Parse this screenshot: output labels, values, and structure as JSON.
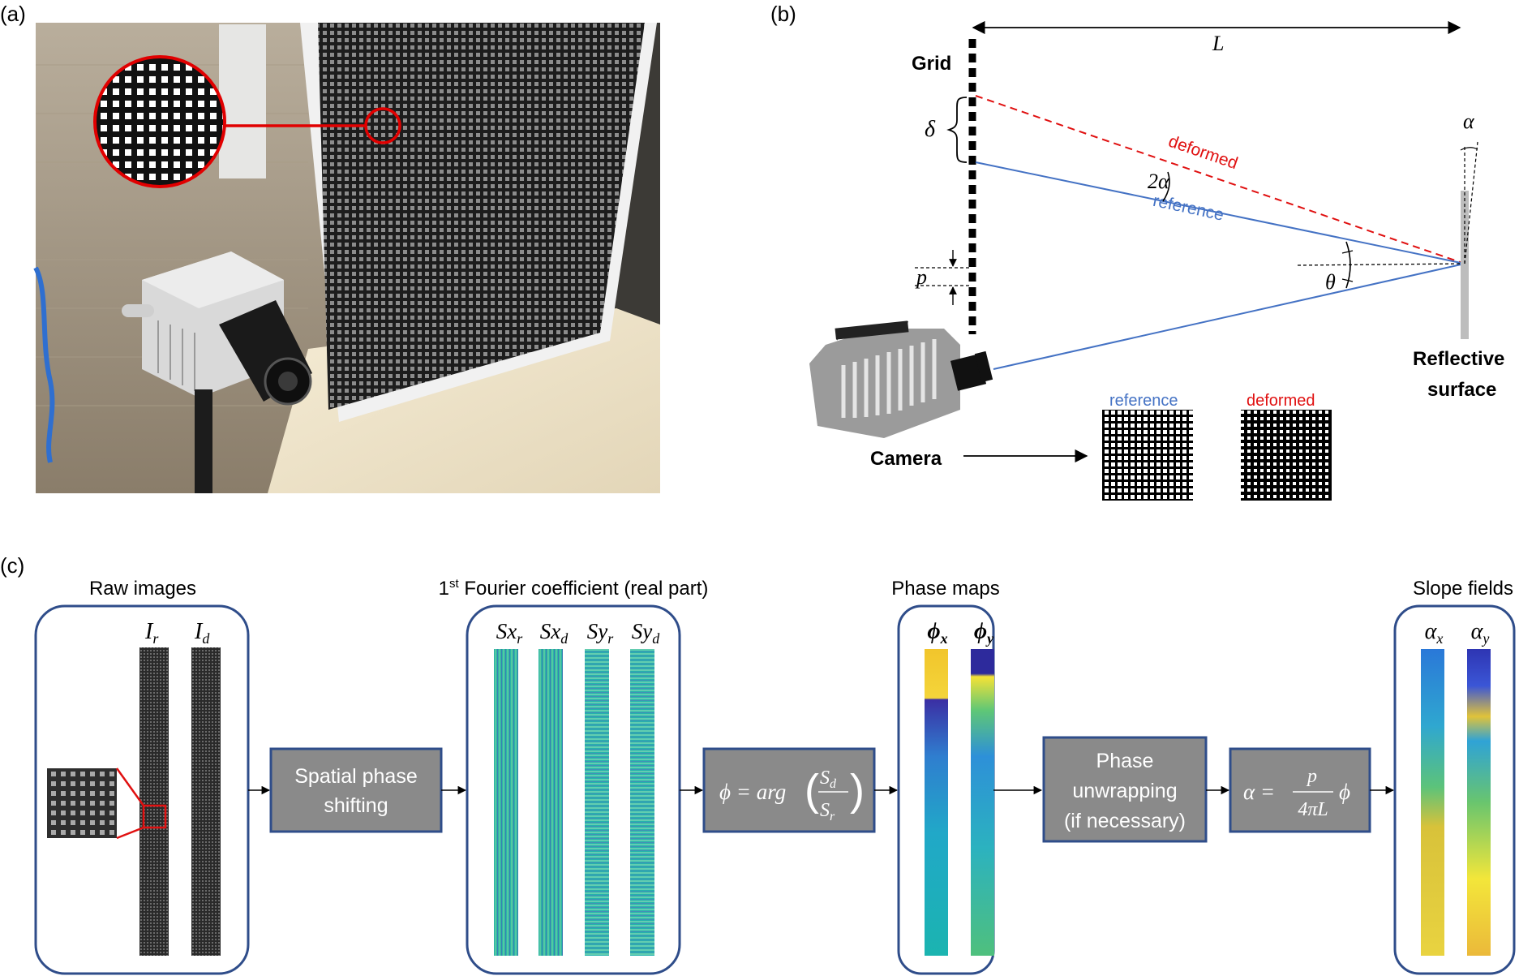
{
  "panels": {
    "a": "(a)",
    "b": "(b)",
    "c": "(c)"
  },
  "setup": {
    "grid_label": "Grid",
    "distance_label": "L",
    "delta_label": "δ",
    "pitch_label": "p",
    "deformed_label": "deformed",
    "reference_label": "reference",
    "two_alpha_label": "2α",
    "theta_label": "θ",
    "alpha_label": "α",
    "surface_label_1": "Reflective",
    "surface_label_2": "surface",
    "camera_label": "Camera",
    "thumb_reference_label": "reference",
    "thumb_deformed_label": "deformed"
  },
  "pipeline": {
    "raw_title": "Raw images",
    "raw_Ir": "I",
    "raw_Ir_sub": "r",
    "raw_Id": "I",
    "raw_Id_sub": "d",
    "fourier_title_pre": "1",
    "fourier_title_sup": "st",
    "fourier_title_post": " Fourier coefficient (real part)",
    "fourier_labels": [
      {
        "main": "Sx",
        "sub": "r"
      },
      {
        "main": "Sx",
        "sub": "d"
      },
      {
        "main": "Sy",
        "sub": "r"
      },
      {
        "main": "Sy",
        "sub": "d"
      }
    ],
    "phase_title": "Phase maps",
    "phase_labels": [
      {
        "main": "ϕ",
        "sub": "x"
      },
      {
        "main": "ϕ",
        "sub": "y"
      }
    ],
    "slope_title": "Slope fields",
    "slope_labels": [
      {
        "main": "α",
        "sub": "x"
      },
      {
        "main": "α",
        "sub": "y"
      }
    ],
    "box_sps_1": "Spatial phase",
    "box_sps_2": "shifting",
    "box_phi_pre": "ϕ = arg",
    "box_phi_num": "S",
    "box_phi_num_sub": "d",
    "box_phi_den": "S",
    "box_phi_den_sub": "r",
    "box_unwrap_1": "Phase",
    "box_unwrap_2": "unwrapping",
    "box_unwrap_3": "(if necessary)",
    "box_alpha_pre": "α =",
    "box_alpha_num": "p",
    "box_alpha_den": "4πL",
    "box_alpha_post": "ϕ"
  },
  "colors": {
    "frame_blue": "#2f4d8a",
    "process_gray": "#8a8a8a",
    "reference_blue": "#4472c4",
    "deformed_red": "#e01010",
    "photo_wall": "#c9bfae",
    "photo_desk": "#f0e6cc"
  }
}
